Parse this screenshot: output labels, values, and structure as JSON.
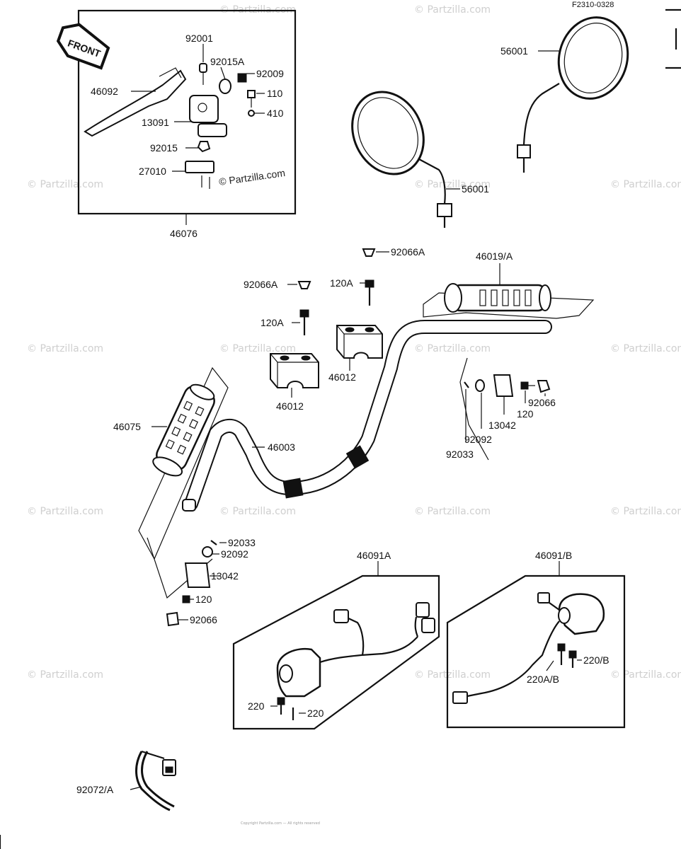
{
  "header": {
    "code": "F2310-0328"
  },
  "front_tag": "FRONT",
  "watermark": "© Partzilla.com",
  "parts": {
    "p46092": "46092",
    "p92001": "92001",
    "p92015A": "92015A",
    "p92009": "92009",
    "p110": "110",
    "p410": "410",
    "p13091": "13091",
    "p92015": "92015",
    "p27010": "27010",
    "p46076": "46076",
    "p56001_top": "56001",
    "p56001_mid": "56001",
    "p92066A_top": "92066A",
    "p46019A": "46019/A",
    "p92066A_left": "92066A",
    "p120A_right": "120A",
    "p120A_left": "120A",
    "p46012_right": "46012",
    "p46012_left": "46012",
    "p46075": "46075",
    "p46003": "46003",
    "p13042_right": "13042",
    "p120_right": "120",
    "p92066_right": "92066",
    "p92092_right": "92092",
    "p92033_right": "92033",
    "p92033_left": "92033",
    "p92092_left": "92092",
    "p13042_left": "13042",
    "p120_left": "120",
    "p92066_left": "92066",
    "p46091A": "46091A",
    "p220_a": "220",
    "p220_b": "220",
    "p46091B": "46091/B",
    "p220B": "220/B",
    "p220AB": "220A/B",
    "p92072A": "92072/A"
  },
  "footer": "Copyright Partzilla.com — All rights reserved"
}
